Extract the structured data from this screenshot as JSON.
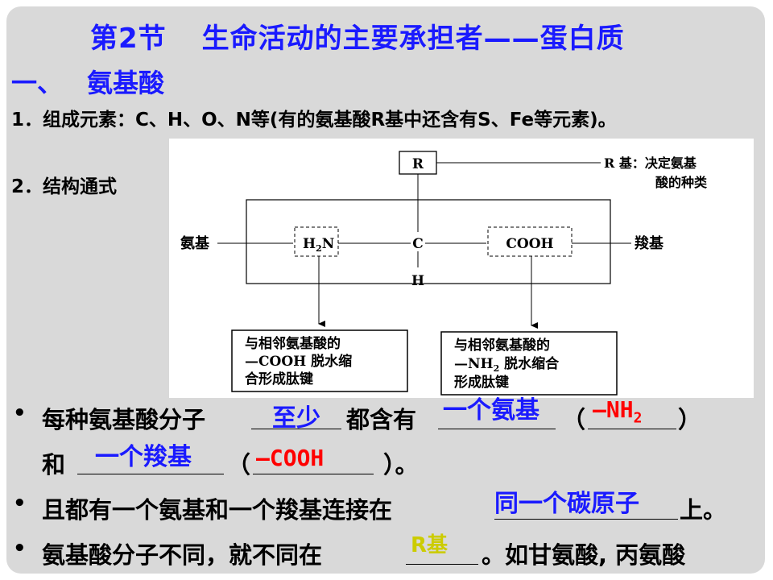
{
  "title": {
    "section": "第2节",
    "topic": "生命活动的主要承担者——蛋白质"
  },
  "section1": {
    "num": "一、",
    "name": "氨基酸"
  },
  "point1": "1．组成元素：C、H、O、N等(有的氨基酸R基中还含有S、Fe等元素)。",
  "point2": "2．结构通式",
  "diagram": {
    "r": "R",
    "r_label_1": "R 基：决定氨基",
    "r_label_2": "酸的种类",
    "amino_label": "氨基",
    "h2n_h": "H",
    "h2n_2": "2",
    "h2n_n": "N",
    "c": "C",
    "h": "H",
    "cooh": "COOH",
    "carboxyl_label": "羧基",
    "left_box": [
      "与相邻氨基酸的",
      "—COOH 脱水缩",
      "合形成肽键"
    ],
    "right_box_1": "与相邻氨基酸的",
    "right_box_2a": "—NH",
    "right_box_2sub": "2",
    "right_box_2b": " 脱水缩合",
    "right_box_3": "形成肽键"
  },
  "bullets": {
    "b1_text1": "每种氨基酸分子",
    "b1_ans1": "至少",
    "b1_text2": "都含有",
    "b1_ans2": "一个氨基",
    "b1_paren_open": "（",
    "b1_ans3": "—NH",
    "b1_ans3_sub": "2",
    "b1_paren_close": "）",
    "b2_text1": "和",
    "b2_ans1": "一个羧基",
    "b2_paren_open": "（",
    "b2_ans2": "—COOH",
    "b2_paren_close": "）。",
    "b3_text1": "且都有一个氨基和一个羧基连接在",
    "b3_ans1": "同一个碳原子",
    "b3_text2": "上。",
    "b4_text1": "氨基酸分子不同，就不同在",
    "b4_ans1": "R基",
    "b4_text2": "。如甘氨酸, 丙氨酸"
  },
  "colors": {
    "title": "#1a1aff",
    "answer_blue": "#1a1aff",
    "answer_red": "#ff0000",
    "answer_yellow": "#cccc00",
    "slide_bg": "#d9d9d9"
  }
}
